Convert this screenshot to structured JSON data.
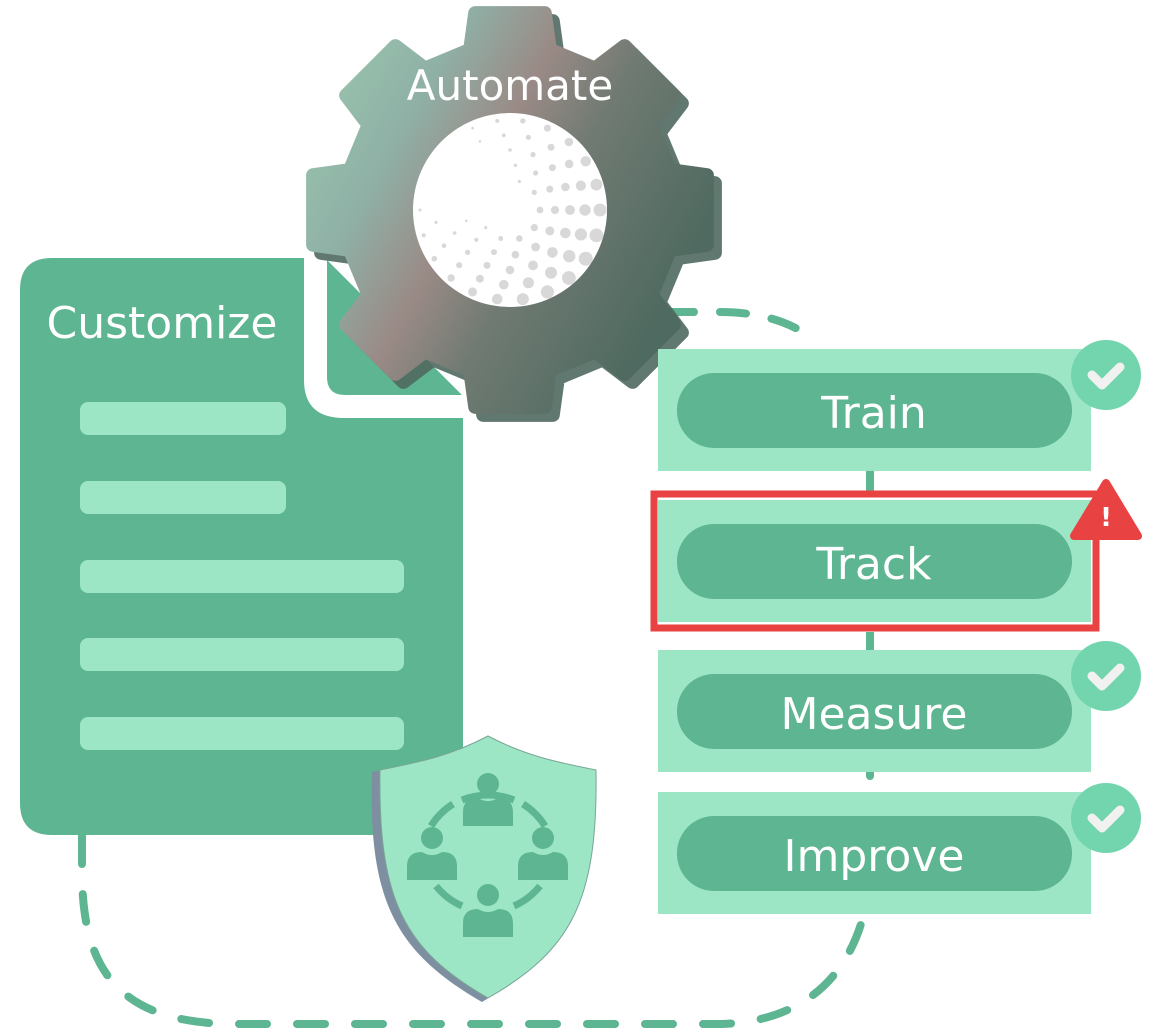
{
  "diagram": {
    "customize": {
      "label": "Customize",
      "field_count": 5
    },
    "automate": {
      "label": "Automate"
    },
    "steps": [
      {
        "label": "Train",
        "status": "complete"
      },
      {
        "label": "Track",
        "status": "warning"
      },
      {
        "label": "Measure",
        "status": "complete"
      },
      {
        "label": "Improve",
        "status": "complete"
      }
    ],
    "status_marks": {
      "warning_glyph": "!"
    },
    "shield": {
      "icon": "team-network-icon"
    }
  },
  "colors": {
    "primary_green": "#5eb592",
    "light_green": "#9ce6c6",
    "check_green": "#72d5ad",
    "warning_red": "#e84242",
    "gear_start": "#9ccbb0",
    "gear_mid": "#9a8a86",
    "gear_end": "#4f6a60",
    "dot_gray": "#d8d8d8",
    "check_mark": "#f1f1f1"
  }
}
